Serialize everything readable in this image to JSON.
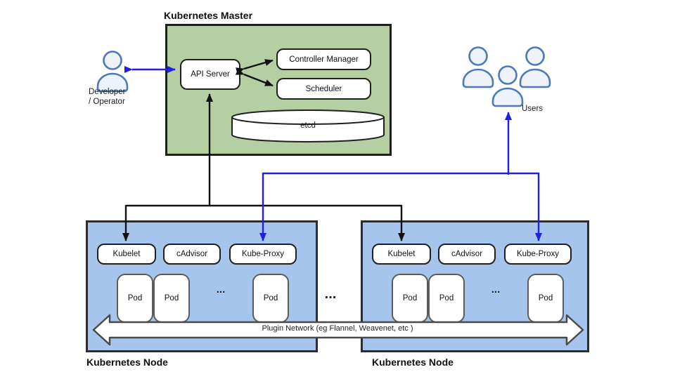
{
  "master": {
    "title": "Kubernetes Master",
    "api_server": "API Server",
    "controller_manager": "Controller Manager",
    "scheduler": "Scheduler",
    "etcd": "etcd"
  },
  "actors": {
    "developer_line1": "Developer",
    "developer_line2": "/ Operator",
    "users": "Users"
  },
  "nodes": {
    "left": {
      "title": "Kubernetes Node",
      "kubelet": "Kubelet",
      "cadvisor": "cAdvisor",
      "kube_proxy": "Kube-Proxy",
      "pods": [
        "Pod",
        "Pod",
        "Pod"
      ],
      "ellipsis": "..."
    },
    "right": {
      "title": "Kubernetes Node",
      "kubelet": "Kubelet",
      "cadvisor": "cAdvisor",
      "kube_proxy": "Kube-Proxy",
      "pods": [
        "Pod",
        "Pod",
        "Pod"
      ],
      "ellipsis": "..."
    }
  },
  "separator_ellipsis": "...",
  "plugin_network_label": "Plugin Network (eg Flannel, Weavenet, etc )",
  "colors": {
    "master_fill": "#b5cfa3",
    "node_fill": "#a6c5ec",
    "box_border": "#1f1f1f",
    "pod_border": "#5b5b5b",
    "arrow_black": "#111111",
    "arrow_blue": "#2020e0",
    "person_fill": "#eef2fa",
    "person_stroke": "#4a7bb8",
    "plugin_arrow_fill": "#ffffff",
    "plugin_arrow_stroke": "#4a4a4a"
  }
}
